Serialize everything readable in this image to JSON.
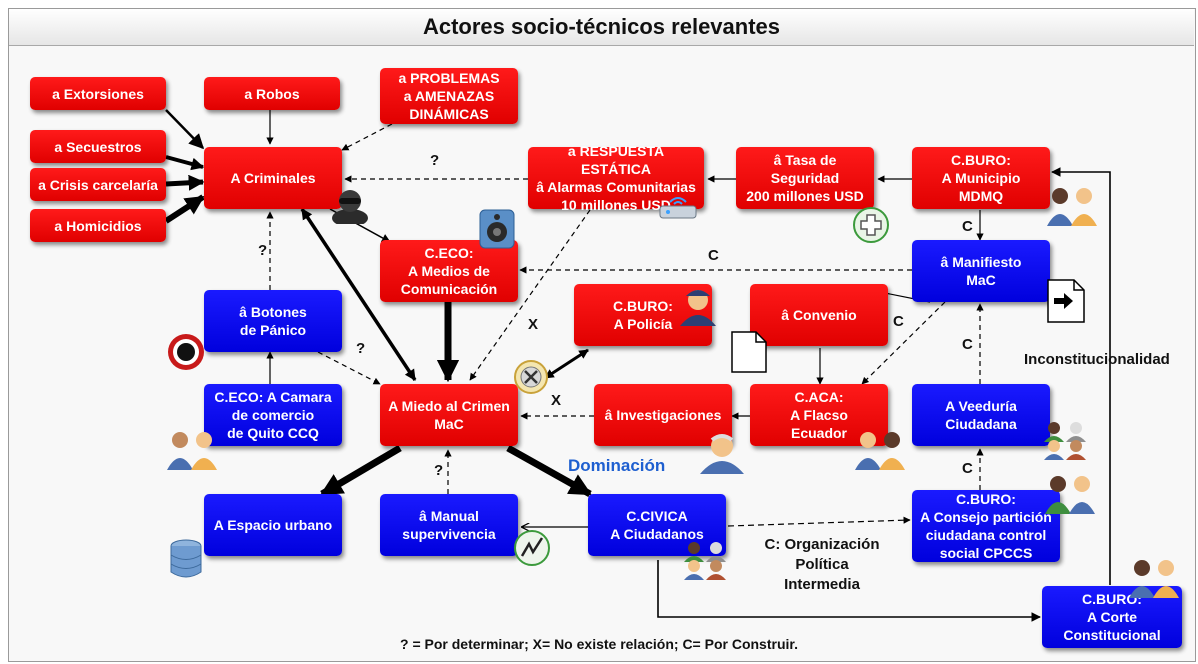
{
  "title": "Actores socio-técnicos relevantes",
  "nodes": {
    "extorsiones": "a Extorsiones",
    "robos": "a Robos",
    "problemas": "a PROBLEMAS\na AMENAZAS\nDINÁMICAS",
    "secuestros": "a Secuestros",
    "crisis": "a Crisis carcelaría",
    "homicidios": "a Homicidios",
    "criminales": "A Criminales",
    "respuesta": "a RESPUESTA ESTÁTICA\nâ Alarmas Comunitarias\n10 millones USD",
    "tasa": "â Tasa de\nSeguridad\n200 millones USD",
    "municipio": "C.BURO:\nA Municipio\nMDMQ",
    "medios": "C.ECO:\nA Medios de\nComunicación",
    "policia": "C.BURO:\nA Policía",
    "convenio": "â Convenio",
    "miedo": "A Miedo al Crimen\nMaC",
    "investigaciones": "â Investigaciones",
    "flacso": "C.ACA:\nA Flacso\nEcuador",
    "manifiesto": "â Manifiesto\nMaC",
    "botones": "â Botones\nde Pánico",
    "camara": "C.ECO: A Camara\nde comercio\nde Quito CCQ",
    "veeduria": "A Veeduría\nCiudadana",
    "espacio": "A Espacio urbano",
    "manual": "â Manual\nsupervivencia",
    "ciudadanos": "C.CIVICA\nA Ciudadanos",
    "consejo": "C.BURO:\nA Consejo partición\nciudadana control\nsocial CPCCS",
    "corte": "C.BURO:\nA Corte\nConstitucional"
  },
  "labels": {
    "q1": "?",
    "q2": "?",
    "q3": "?",
    "q4": "?",
    "x1": "X",
    "x2": "X",
    "c1": "C",
    "c2": "C",
    "c3": "C",
    "c4": "C",
    "c5": "C",
    "dominacion": "Dominación",
    "inconstitucionalidad": "Inconstitucionalidad",
    "organizacion": "C: Organización\nPolítica\nIntermedia"
  },
  "footnote": "? = Por determinar; X= No existe relación; C= Por Construir.",
  "colors": {
    "red_node": "#e00000",
    "blue_node": "#0000dd",
    "dominacion_text": "#1e5fd0"
  }
}
